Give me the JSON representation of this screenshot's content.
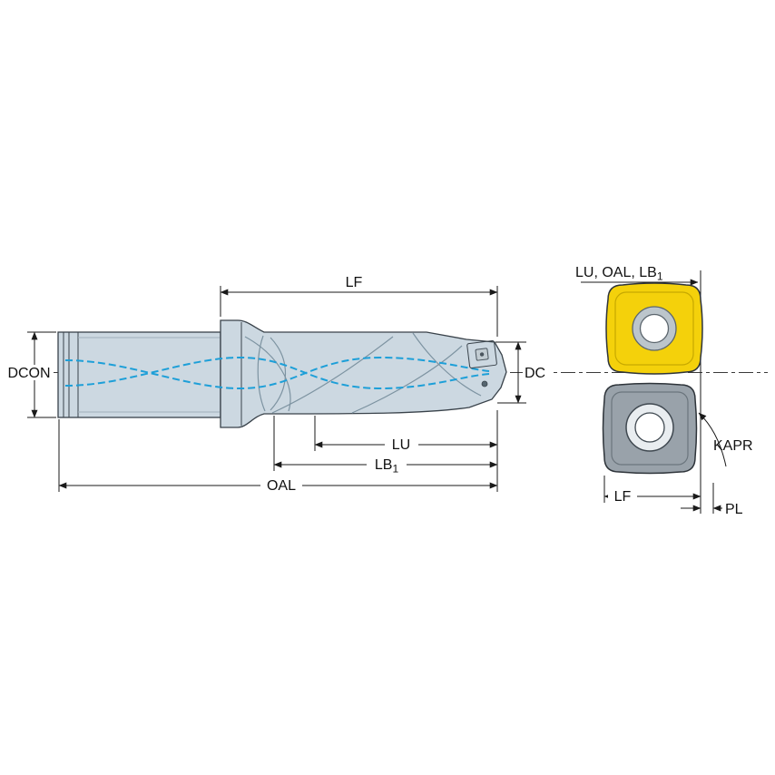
{
  "diagram": {
    "drill_view": {
      "dims": {
        "lf": "LF",
        "dcon": "DCON",
        "dc": "DC",
        "lu": "LU",
        "lb1_main": "LB",
        "lb1_sub": "1",
        "oal": "OAL"
      }
    },
    "insert_view": {
      "ref_main": "LU, OAL, LB",
      "ref_sub": "1",
      "kapr": "KAPR",
      "lf": "LF",
      "pl": "PL"
    },
    "colors": {
      "tool_body": "#ccd8e1",
      "tool_outline": "#39424a",
      "coolant": "#1d9fd8",
      "insert_yellow": "#f4d10b",
      "insert_gray": "#99a2aa",
      "dimension": "#1a1a1a"
    }
  }
}
